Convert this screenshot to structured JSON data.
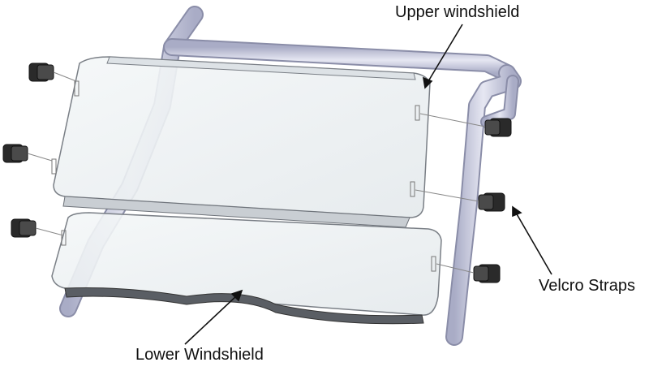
{
  "callouts": {
    "upper_windshield": "Upper windshield",
    "velcro_straps": "Velcro Straps",
    "lower_windshield": "Lower Windshield"
  },
  "colors": {
    "frame": "#c9cbe0",
    "frame_edge": "#8a8da8",
    "glass": "#eef2f4",
    "glass_edge": "#7a7f86",
    "strap": "#2a2a2a"
  }
}
